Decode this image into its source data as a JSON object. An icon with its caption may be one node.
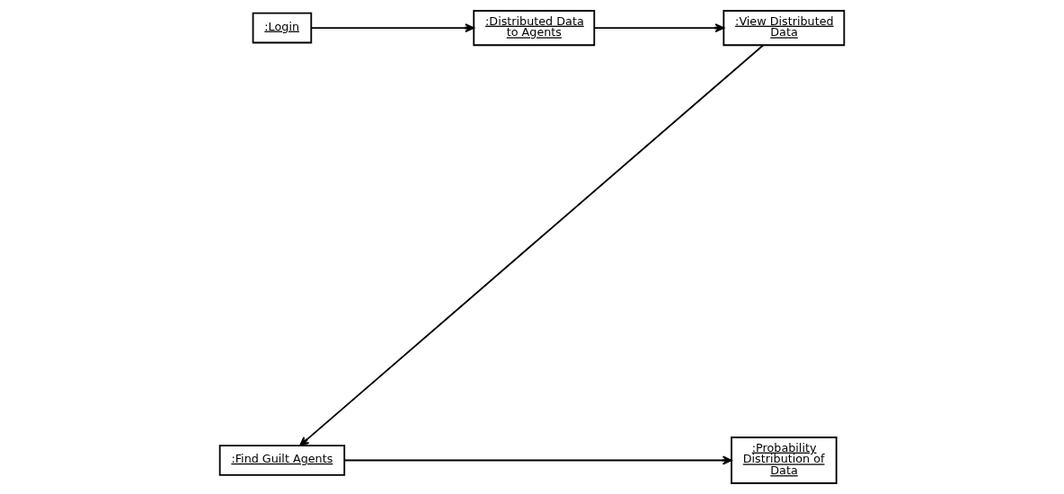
{
  "diagram": {
    "nodes": [
      {
        "text": [
          ":Login"
        ]
      },
      {
        "text": [
          ":Distributed Data to Agents"
        ]
      },
      {
        "text": [
          ":View Distributed Data"
        ]
      },
      {
        "text": [
          ":Find Guilt Agents"
        ]
      },
      {
        "text": [
          ":Probability Distribution of Data"
        ]
      }
    ],
    "edges": [
      {
        "from": 0,
        "to": 1,
        "arrow": "to"
      },
      {
        "from": 1,
        "to": 2,
        "arrow": "to"
      },
      {
        "from": 2,
        "to": 3,
        "arrow": "to"
      },
      {
        "from": 3,
        "to": 4,
        "arrow": "to"
      }
    ]
  }
}
